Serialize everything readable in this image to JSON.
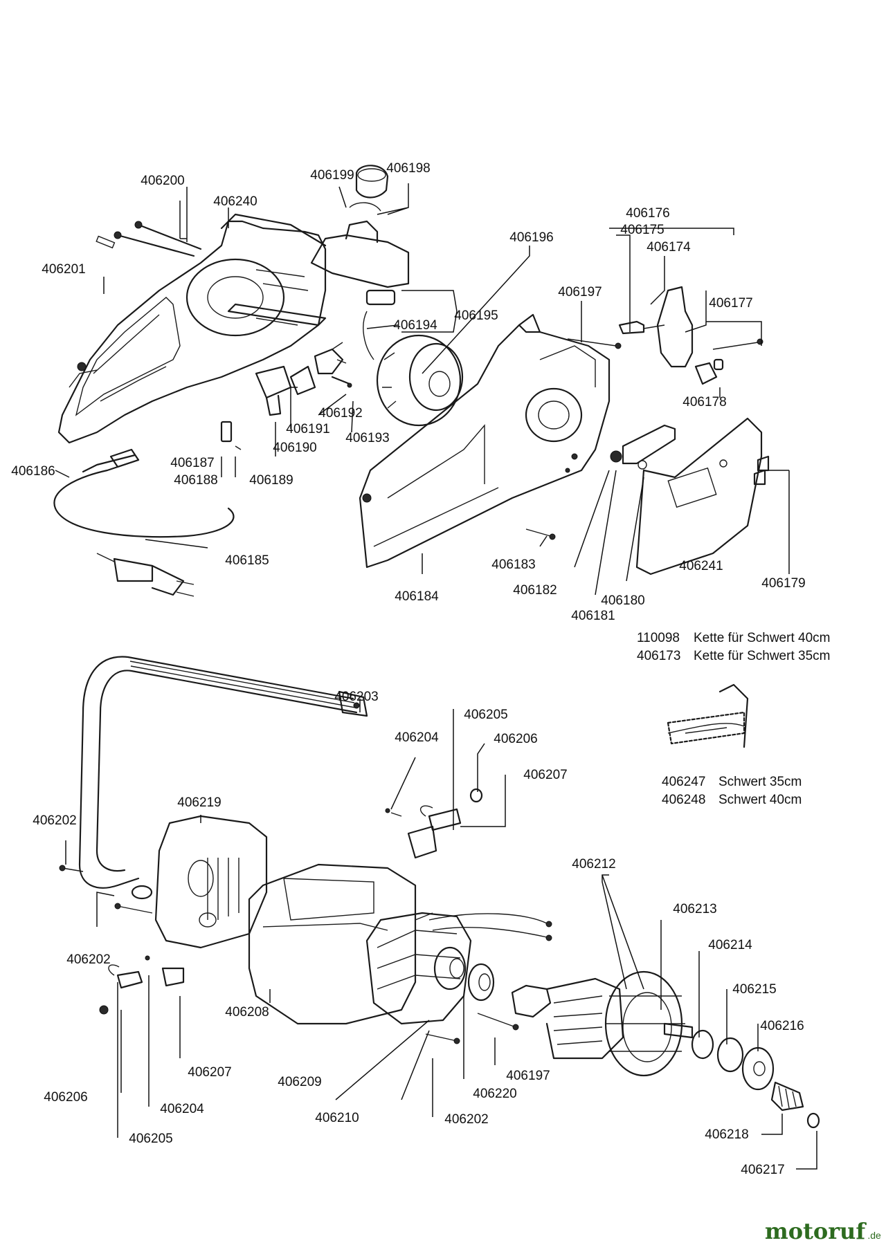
{
  "labels": {
    "p406200": "406200",
    "p406240": "406240",
    "p406199": "406199",
    "p406198": "406198",
    "p406196": "406196",
    "p406176": "406176",
    "p406175": "406175",
    "p406174": "406174",
    "p406201": "406201",
    "p406197a": "406197",
    "p406195": "406195",
    "p406194": "406194",
    "p406177": "406177",
    "p406192": "406192",
    "p406191": "406191",
    "p406193": "406193",
    "p406190": "406190",
    "p406178": "406178",
    "p406187": "406187",
    "p406188": "406188",
    "p406189": "406189",
    "p406186": "406186",
    "p406185": "406185",
    "p406183": "406183",
    "p406241": "406241",
    "p406179": "406179",
    "p406182": "406182",
    "p406184": "406184",
    "p406180": "406180",
    "p406181": "406181",
    "p406203": "406203",
    "p406205a": "406205",
    "p406204a": "406204",
    "p406206a": "406206",
    "p406207a": "406207",
    "p406219": "406219",
    "p406202a": "406202",
    "p406212": "406212",
    "p406213": "406213",
    "p406214": "406214",
    "p406202b": "406202",
    "p406215": "406215",
    "p406216": "406216",
    "p406208": "406208",
    "p406207b": "406207",
    "p406197b": "406197",
    "p406209": "406209",
    "p406220": "406220",
    "p406206b": "406206",
    "p406204b": "406204",
    "p406210": "406210",
    "p406202c": "406202",
    "p406218": "406218",
    "p406205b": "406205",
    "p406217": "406217"
  },
  "chain_notes": [
    {
      "part": "110098",
      "desc": "Kette für Schwert 40cm"
    },
    {
      "part": "406173",
      "desc": "Kette für Schwert 35cm"
    }
  ],
  "bar_notes": [
    {
      "part": "406247",
      "desc": "Schwert 35cm"
    },
    {
      "part": "406248",
      "desc": "Schwert 40cm"
    }
  ],
  "brand": {
    "main": "motoruf",
    "tld": ".de"
  },
  "colors": {
    "ink": "#1a1a1a",
    "brand_green": "#2d6b1f",
    "brand_orange": "#e07a10"
  }
}
